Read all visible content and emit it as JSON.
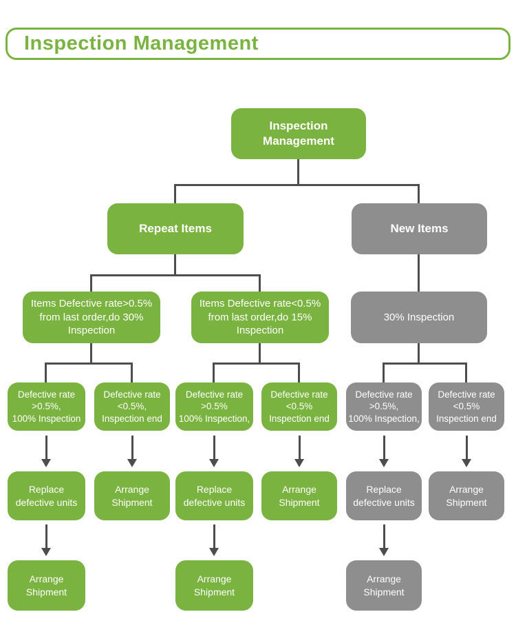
{
  "colors": {
    "green": "#7ab33f",
    "gray": "#8e8e8e",
    "line": "#4d4d4d",
    "text_on_node": "#ffffff",
    "background": "#ffffff"
  },
  "header": {
    "title": "Inspection Management"
  },
  "nodes": {
    "root": {
      "label": "Inspection\nManagement",
      "color": "green"
    },
    "repeat_items": {
      "label": "Repeat Items",
      "color": "green"
    },
    "new_items": {
      "label": "New Items",
      "color": "gray"
    },
    "l3_left": {
      "label": "Items Defective rate>0.5%\nfrom last order,do 30%\nInspection",
      "color": "green"
    },
    "l3_mid": {
      "label": "Items Defective rate<0.5%\nfrom last order,do 15%\nInspection",
      "color": "green"
    },
    "l3_right": {
      "label": "30% Inspection",
      "color": "gray"
    },
    "l4_c1": {
      "label": "Defective rate\n>0.5%,\n100% Inspection",
      "color": "green"
    },
    "l4_c2": {
      "label": "Defective rate\n<0.5%,\nInspection end",
      "color": "green"
    },
    "l4_c3": {
      "label": "Defective rate\n>0.5%\n100% Inspection,",
      "color": "green"
    },
    "l4_c4": {
      "label": "Defective rate\n<0.5%\nInspection end",
      "color": "green"
    },
    "l4_c5": {
      "label": "Defective rate\n>0.5%,\n100% Inspection,",
      "color": "gray"
    },
    "l4_c6": {
      "label": "Defective rate\n<0.5%\nInspection end",
      "color": "gray"
    },
    "l5_c1": {
      "label": "Replace\ndefective units",
      "color": "green"
    },
    "l5_c2": {
      "label": "Arrange\nShipment",
      "color": "green"
    },
    "l5_c3": {
      "label": "Replace\ndefective units",
      "color": "green"
    },
    "l5_c4": {
      "label": "Arrange\nShipment",
      "color": "green"
    },
    "l5_c5": {
      "label": "Replace\ndefective units",
      "color": "gray"
    },
    "l5_c6": {
      "label": "Arrange\nShipment",
      "color": "gray"
    },
    "l6_c1": {
      "label": "Arrange\nShipment",
      "color": "green"
    },
    "l6_c3": {
      "label": "Arrange\nShipment",
      "color": "green"
    },
    "l6_c5": {
      "label": "Arrange\nShipment",
      "color": "gray"
    }
  }
}
